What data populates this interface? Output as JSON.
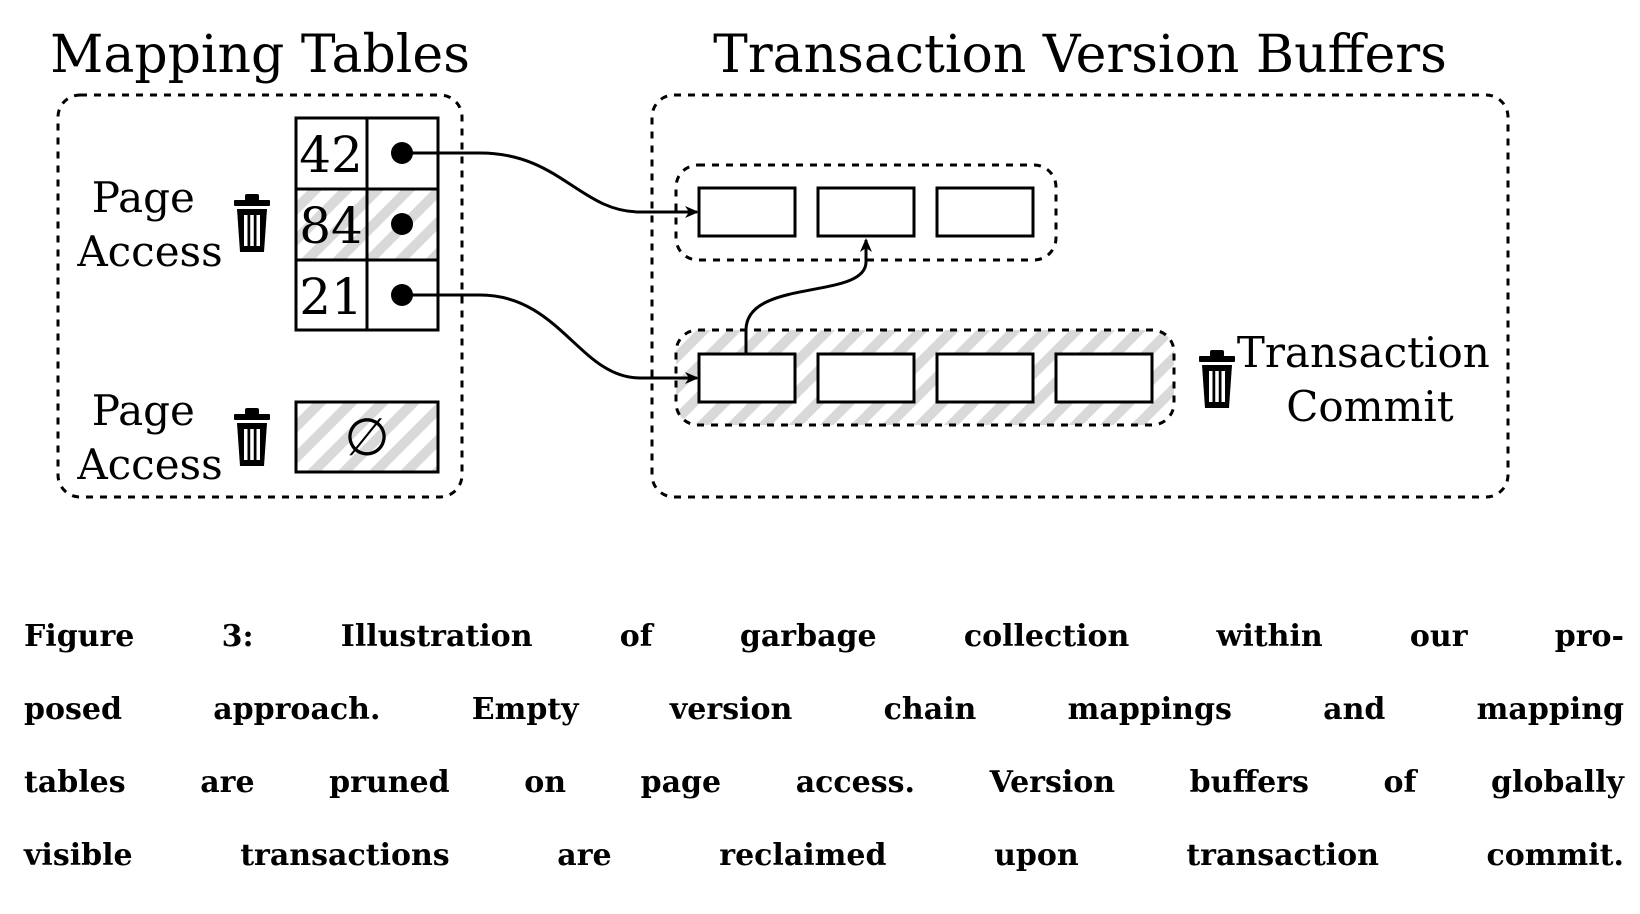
{
  "mapping_tables": {
    "title": "Mapping Tables",
    "rows": [
      {
        "key": "42"
      },
      {
        "key": "84"
      },
      {
        "key": "21"
      }
    ],
    "page_access_label_top": [
      "Page",
      "Access"
    ],
    "page_access_label_bottom": [
      "Page",
      "Access"
    ],
    "empty_symbol": "∅"
  },
  "version_buffers": {
    "title": "Transaction Version Buffers",
    "transaction_commit_label": [
      "Transaction",
      "Commit"
    ]
  },
  "icons": {
    "trash": "trash-icon"
  },
  "caption": {
    "lines": [
      "Figure 3: Illustration of garbage collection within our pro-",
      "posed approach. Empty version chain mappings and mapping",
      "tables are pruned on page access. Version buffers of globally",
      "visible transactions are reclaimed upon transaction commit."
    ]
  }
}
